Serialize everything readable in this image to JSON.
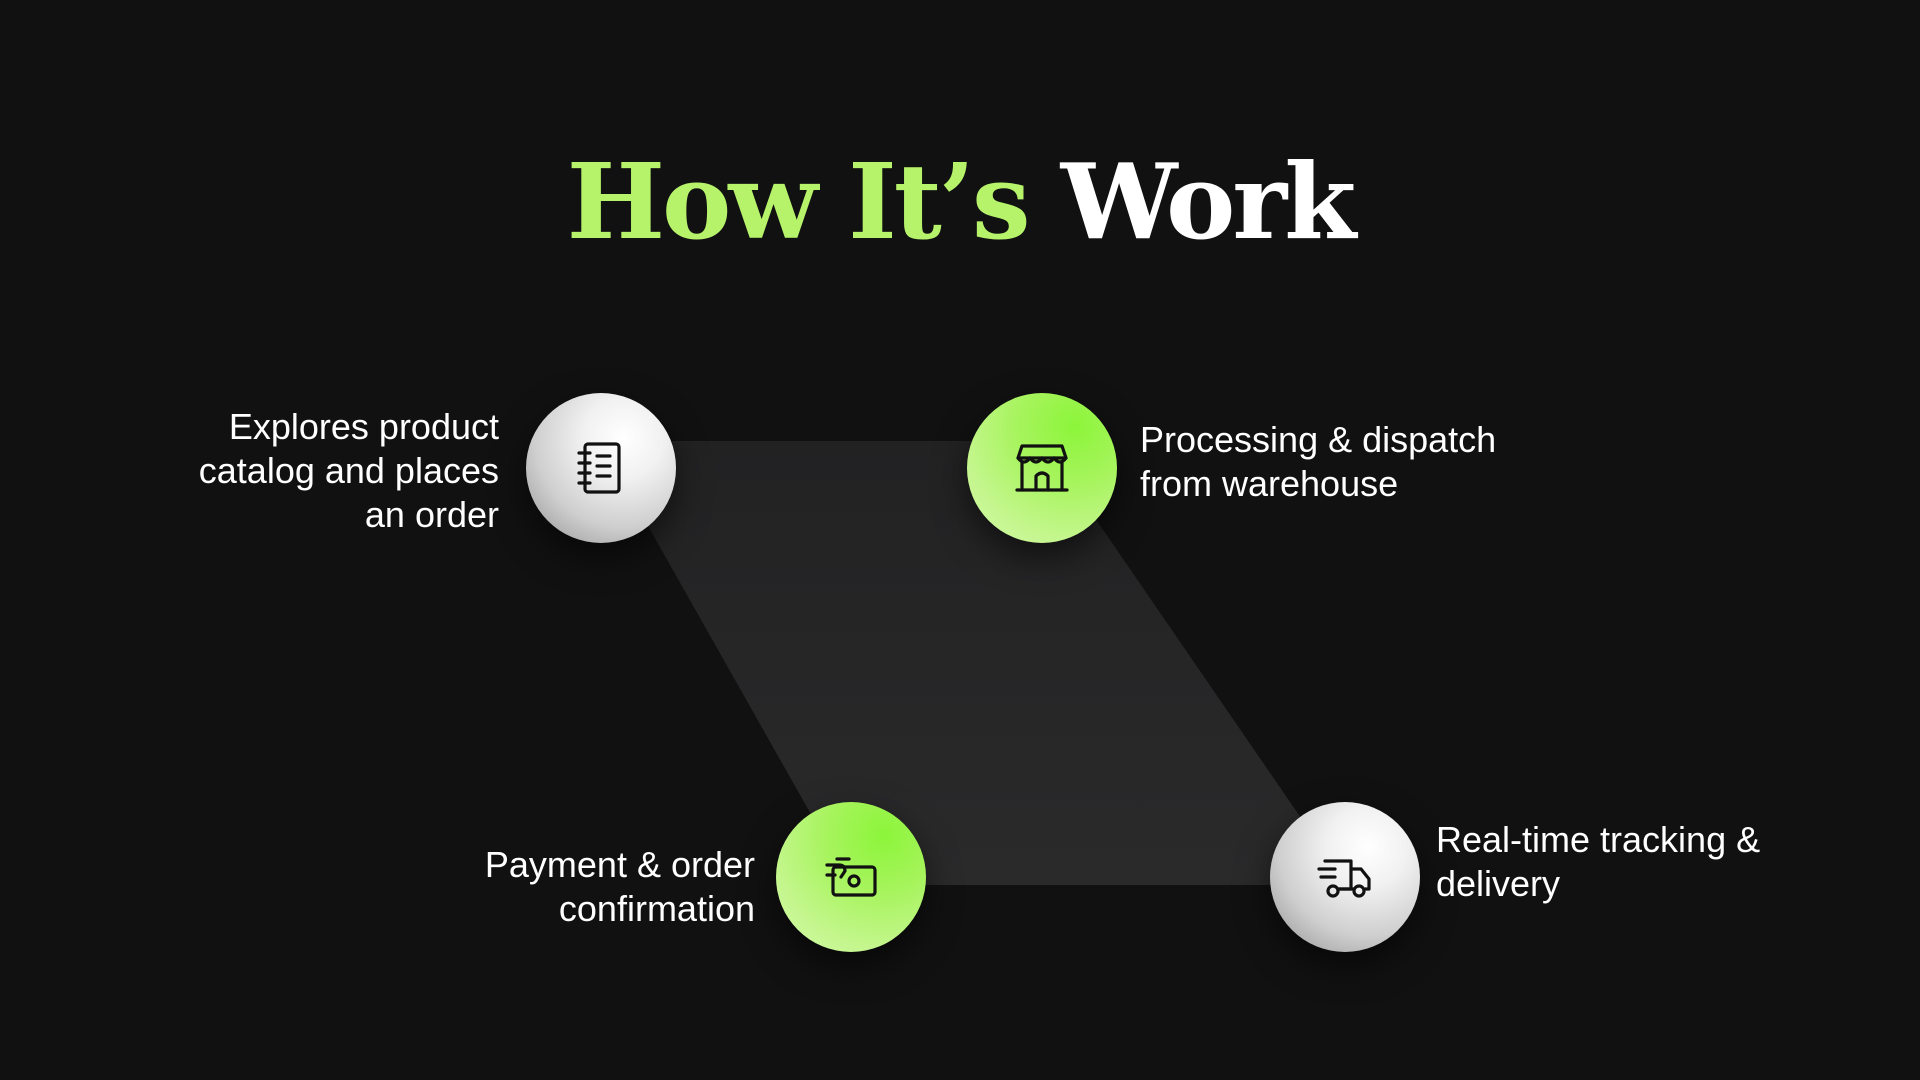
{
  "title": {
    "accent": "How It’s",
    "plain": "Work"
  },
  "colors": {
    "background": "#111112",
    "accent_green": "#b6f36a",
    "connector_fill": "#262627"
  },
  "steps": [
    {
      "label": "Explores product catalog and places an order",
      "icon": "notebook-icon",
      "style": "grey"
    },
    {
      "label": "Processing & dispatch from warehouse",
      "icon": "store-icon",
      "style": "green"
    },
    {
      "label": "Payment & order confirmation",
      "icon": "payment-card-icon",
      "style": "green"
    },
    {
      "label": "Real-time tracking & delivery",
      "icon": "delivery-truck-icon",
      "style": "grey"
    }
  ]
}
